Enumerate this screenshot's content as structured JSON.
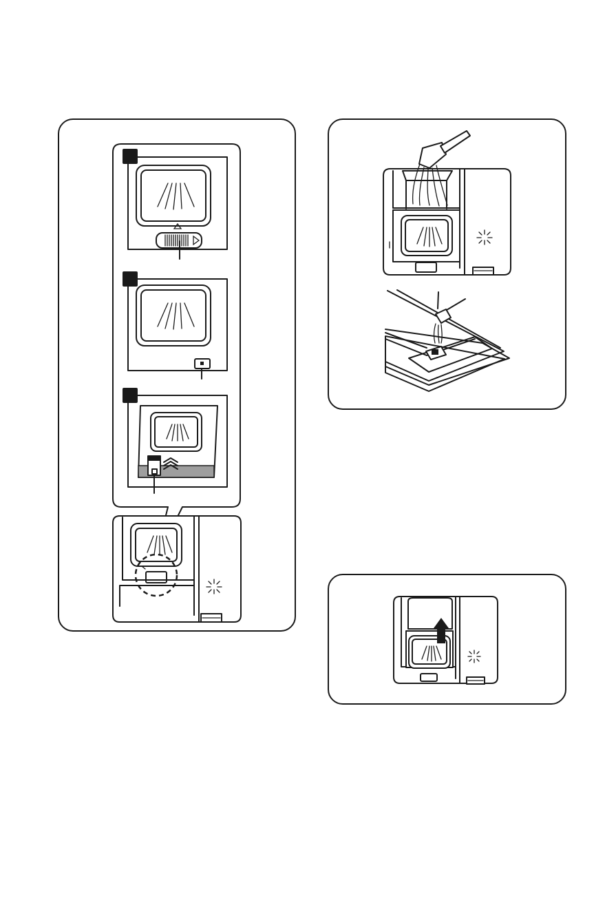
{
  "figure": {
    "panels": [
      {
        "id": "rinse-aid-dispenser-adjustment",
        "steps": [
          "",
          "",
          ""
        ]
      },
      {
        "id": "fill-rinse-aid"
      },
      {
        "id": "close-lid"
      }
    ],
    "icons": [
      "sparkle-icon",
      "arrow-up-icon",
      "measuring-scoop-icon"
    ],
    "colors": {
      "line": "#1a1a1a",
      "background": "#ffffff",
      "indicator_fill": "#9e9e9e"
    }
  }
}
